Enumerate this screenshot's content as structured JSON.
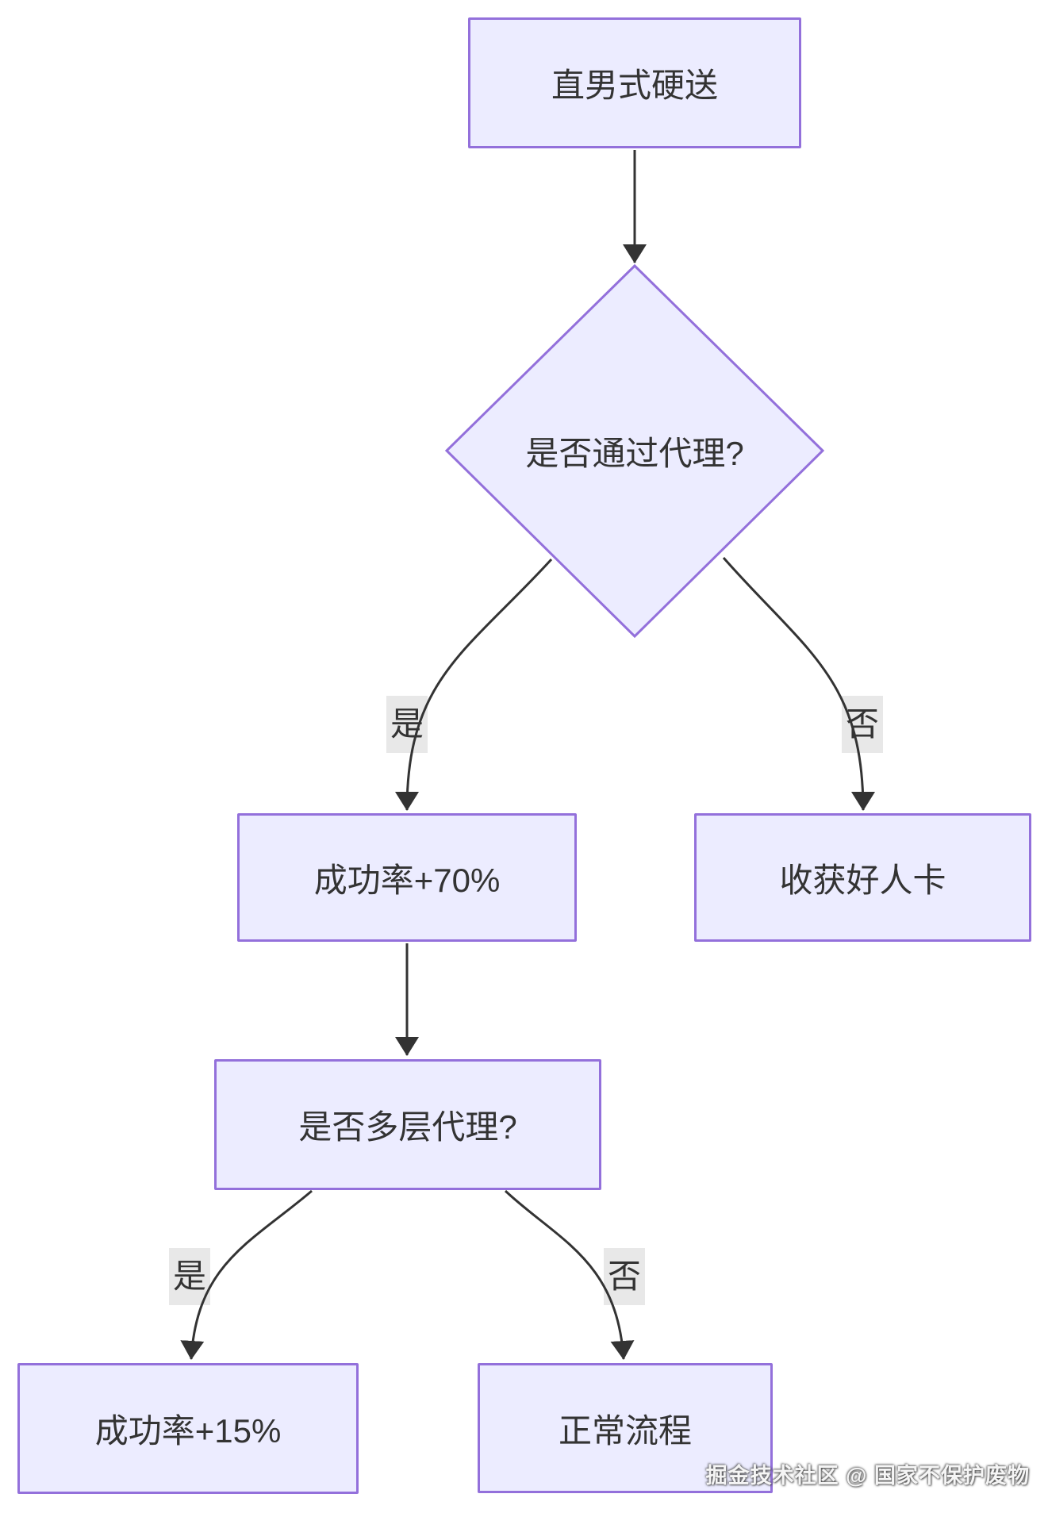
{
  "diagram": {
    "type": "flowchart",
    "nodes": [
      {
        "id": "start",
        "label": "直男式硬送",
        "shape": "rect"
      },
      {
        "id": "proxy-decision",
        "label": "是否通过代理?",
        "shape": "diamond"
      },
      {
        "id": "success-70",
        "label": "成功率+70%",
        "shape": "rect"
      },
      {
        "id": "good-person-card",
        "label": "收获好人卡",
        "shape": "rect"
      },
      {
        "id": "multi-proxy-decision",
        "label": "是否多层代理?",
        "shape": "rect"
      },
      {
        "id": "success-15",
        "label": "成功率+15%",
        "shape": "rect"
      },
      {
        "id": "normal-flow",
        "label": "正常流程",
        "shape": "rect"
      }
    ],
    "edges": [
      {
        "from": "start",
        "to": "proxy-decision",
        "label": ""
      },
      {
        "from": "proxy-decision",
        "to": "success-70",
        "label": "是"
      },
      {
        "from": "proxy-decision",
        "to": "good-person-card",
        "label": "否"
      },
      {
        "from": "success-70",
        "to": "multi-proxy-decision",
        "label": ""
      },
      {
        "from": "multi-proxy-decision",
        "to": "success-15",
        "label": "是"
      },
      {
        "from": "multi-proxy-decision",
        "to": "normal-flow",
        "label": "否"
      }
    ],
    "edge_labels": [
      {
        "id": "proxy-yes",
        "label": "是"
      },
      {
        "id": "proxy-no",
        "label": "否"
      },
      {
        "id": "multi-yes",
        "label": "是"
      },
      {
        "id": "multi-no",
        "label": "否"
      }
    ],
    "colors": {
      "node_fill": "#ECECFF",
      "node_border": "#9370DB",
      "edge_line": "#333333",
      "text": "#333333",
      "edge_label_bg": "#E8E8E8",
      "canvas_bg": "#FFFFFF",
      "watermark_text": "#F5F5F5"
    }
  },
  "watermark": {
    "text": "掘金技术社区 @ 国家不保护废物"
  }
}
